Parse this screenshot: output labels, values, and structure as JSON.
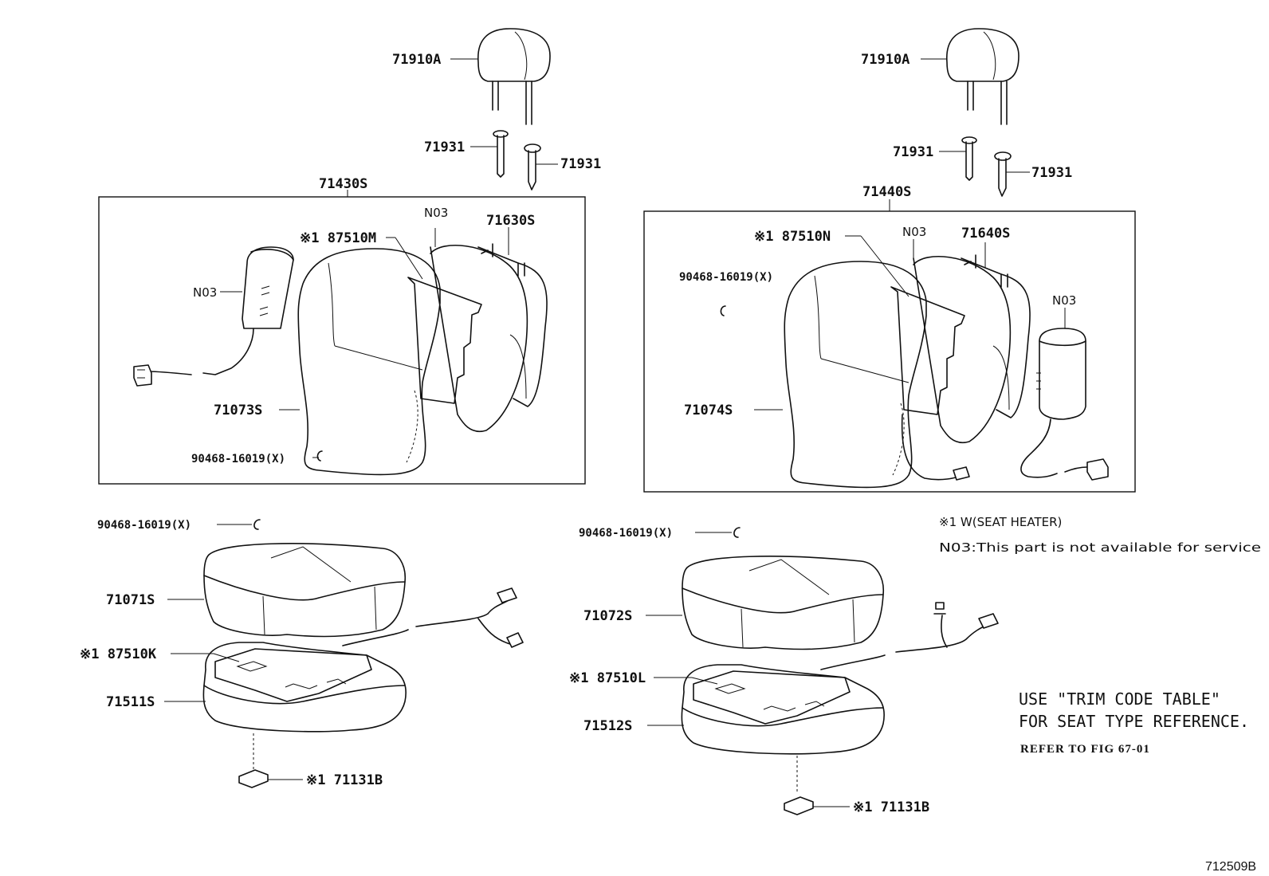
{
  "labels": {
    "left_headrest": "71910A",
    "left_guide_a": "71931",
    "left_guide_b": "71931",
    "left_assembly": "71430S",
    "left_heater_back": "※1 87510M",
    "left_n03_a": "N03",
    "left_frame": "71630S",
    "left_n03_b": "N03",
    "left_back_cover": "71073S",
    "left_clip_back": "90468-16019(X)",
    "left_clip_cushion": "90468-16019(X)",
    "left_cushion_cover": "71071S",
    "left_heater_cushion": "※1 87510K",
    "left_cushion_pad": "71511S",
    "left_switch": "※1 71131B",
    "right_headrest": "71910A",
    "right_guide_a": "71931",
    "right_guide_b": "71931",
    "right_assembly": "71440S",
    "right_heater_back": "※1 87510N",
    "right_n03_a": "N03",
    "right_frame": "71640S",
    "right_clip_back": "90468-16019(X)",
    "right_n03_b": "N03",
    "right_back_cover": "71074S",
    "right_clip_cushion": "90468-16019(X)",
    "right_cushion_cover": "71072S",
    "right_heater_cushion": "※1 87510L",
    "right_cushion_pad": "71512S",
    "right_switch": "※1 71131B"
  },
  "legend": {
    "line1": "※1 W(SEAT HEATER)",
    "line2": "N03:This part is not available for service"
  },
  "notes": {
    "line1": "USE \"TRIM CODE TABLE\"",
    "line2": "FOR SEAT TYPE REFERENCE.",
    "line3": "REFER TO FIG 67-01"
  },
  "figure_number": "712509B"
}
